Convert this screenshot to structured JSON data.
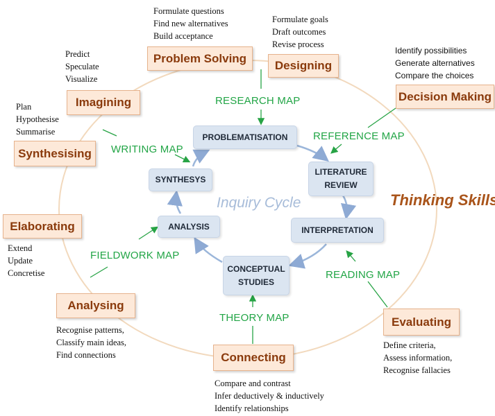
{
  "cycle_title": "Inquiry Cycle",
  "thinking_title": "Thinking Skills",
  "stages": {
    "problematisation": [
      "PROBLEMATISATION"
    ],
    "literature_review": [
      "LITERATURE",
      "REVIEW"
    ],
    "interpretation": [
      "INTERPRETATION"
    ],
    "conceptual_studies": [
      "CONCEPTUAL",
      "STUDIES"
    ],
    "analysis": [
      "ANALYSIS"
    ],
    "synthesys": [
      "SYNTHESYS"
    ]
  },
  "maps": {
    "research": "RESEARCH MAP",
    "reference": "REFERENCE MAP",
    "reading": "READING MAP",
    "theory": "THEORY MAP",
    "fieldwork": "FIELDWORK MAP",
    "writing": "WRITING MAP"
  },
  "skills": {
    "problem_solving": {
      "label": "Problem Solving",
      "items": [
        "Formulate questions",
        "Find new alternatives",
        "Build acceptance"
      ]
    },
    "designing": {
      "label": "Designing",
      "items": [
        "Formulate goals",
        "Draft outcomes",
        "Revise process"
      ]
    },
    "decision_making": {
      "label": "Decision Making",
      "items": [
        "Identify possibilities",
        "Generate alternatives",
        "Compare the choices"
      ]
    },
    "evaluating": {
      "label": "Evaluating",
      "items": [
        "Define criteria,",
        "Assess information,",
        "Recognise fallacies"
      ]
    },
    "connecting": {
      "label": "Connecting",
      "items": [
        "Compare and contrast",
        "Infer deductively & inductively",
        "Identify relationships"
      ]
    },
    "analysing": {
      "label": "Analysing",
      "items": [
        "Recognise patterns,",
        "Classify main ideas,",
        "Find connections"
      ]
    },
    "elaborating": {
      "label": "Elaborating",
      "items": [
        "Extend",
        "Update",
        "Concretise"
      ]
    },
    "synthesising": {
      "label": "Synthesising",
      "items": [
        "Plan",
        "Hypothesise",
        "Summarise"
      ]
    },
    "imagining": {
      "label": "Imagining",
      "items": [
        "Predict",
        "Speculate",
        "Visualize"
      ]
    }
  },
  "colors": {
    "skill_fill": "#fde9d9",
    "skill_text": "#8a3a0c",
    "stage_fill": "#dbe5f1",
    "map_text": "#22a546",
    "cycle_arrows": "#9bb6da",
    "ellipse": "#f2d9bd",
    "thinking_text": "#a9541a"
  }
}
